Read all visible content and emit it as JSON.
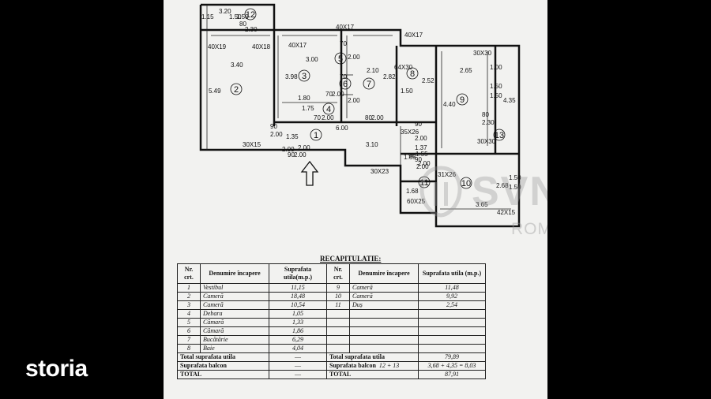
{
  "brand": {
    "logo": "storia"
  },
  "watermark": {
    "name": "SVN",
    "sub": "ROMANIA"
  },
  "plan": {
    "dims": [
      "3.20",
      "1.15",
      "1.50",
      "1.50",
      "2.30",
      "80",
      "40X19",
      "40X18",
      "40X17",
      "40X17",
      "40X17",
      "3.40",
      "5.49",
      "3.98",
      "3.00",
      "70",
      "2.00",
      "70",
      "2.00",
      "2.10",
      "2.82",
      "64X30",
      "1.50",
      "2.52",
      "2.65",
      "1.00",
      "4.40",
      "1.50",
      "1.50",
      "4.35",
      "1.80",
      "1.75",
      "70",
      "2.00",
      "90",
      "2.00",
      "6.00",
      "35X26",
      "90",
      "2.00",
      "80",
      "2.30",
      "30X30",
      "30X30",
      "1.37",
      "1.55",
      "90",
      "2.00",
      "3.10",
      "1.65",
      "90",
      "2.00",
      "30X15",
      "2.00",
      "1.35",
      "2.00",
      "90",
      "2.00",
      "30X23",
      "31X26",
      "1.68",
      "60X25",
      "2.68",
      "1.50",
      "1.50",
      "3.65",
      "42X15",
      "70",
      "2.00",
      "80",
      "2.00"
    ],
    "room_numbers": [
      "1",
      "2",
      "3",
      "4",
      "5",
      "6",
      "7",
      "8",
      "9",
      "10",
      "11",
      "12",
      "13"
    ]
  },
  "recap": {
    "title": "RECAPITULATIE:",
    "headers": {
      "nr": "Nr. crt.",
      "name": "Denumire încapere",
      "area": "Suprafata utila(m.p.)",
      "area2": "Suprafata utila (m.p.)"
    },
    "rows_left": [
      {
        "nr": "1",
        "name": "Vestibul",
        "area": "11,15"
      },
      {
        "nr": "2",
        "name": "Cameră",
        "area": "18,48"
      },
      {
        "nr": "3",
        "name": "Cameră",
        "area": "10,54"
      },
      {
        "nr": "4",
        "name": "Debara",
        "area": "1,05"
      },
      {
        "nr": "5",
        "name": "Cămară",
        "area": "1,33"
      },
      {
        "nr": "6",
        "name": "Cămară",
        "area": "1,86"
      },
      {
        "nr": "7",
        "name": "Bucătărie",
        "area": "6,29"
      },
      {
        "nr": "8",
        "name": "Baie",
        "area": "4,04"
      }
    ],
    "rows_right": [
      {
        "nr": "9",
        "name": "Cameră",
        "area": "11,48"
      },
      {
        "nr": "10",
        "name": "Cameră",
        "area": "9,92"
      },
      {
        "nr": "11",
        "name": "Duș",
        "area": "2,54"
      }
    ],
    "footer": {
      "total_util": "Total suprafata utila",
      "sup_balcon": "Suprafata balcon",
      "total": "TOTAL",
      "dash": "—",
      "right_total_util_value": "79,89",
      "right_balcon_label_extra": "12 + 13",
      "right_balcon_value": "3,68 + 4,35 = 8,03",
      "right_total_value": "87,91"
    }
  }
}
